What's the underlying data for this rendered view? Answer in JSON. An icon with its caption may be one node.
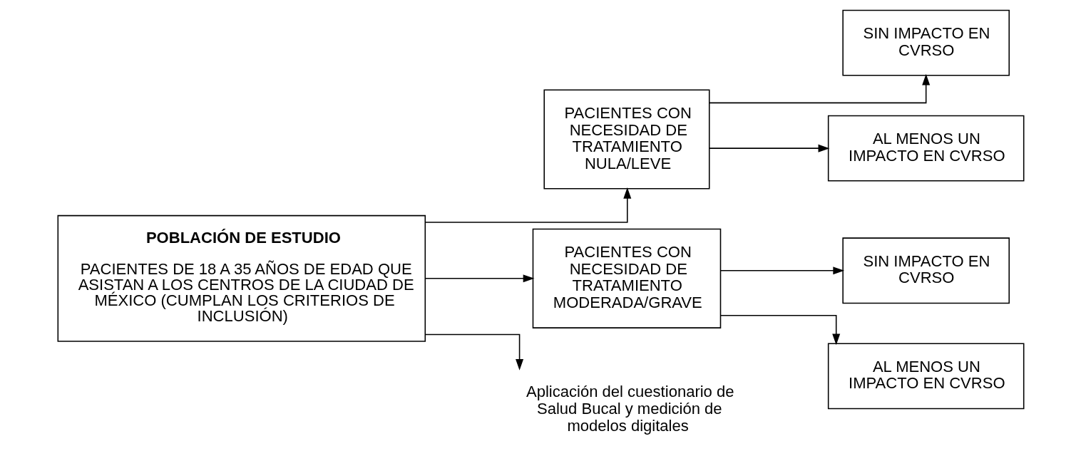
{
  "diagram": {
    "nodes": [
      {
        "text": [
          "POBLACIÓN DE ESTUDIO",
          "PACIENTES DE 18 A 35 AÑOS DE EDAD QUE ASISTAN A LOS CENTROS DE LA CIUDAD DE MÉXICO (CUMPLAN LOS CRITERIOS DE INCLUSIÓN)"
        ]
      },
      {
        "text": [
          "PACIENTES CON NECESIDAD DE TRATAMIENTO NULA/LEVE"
        ]
      },
      {
        "text": [
          "PACIENTES CON NECESIDAD DE TRATAMIENTO MODERADA/GRAVE"
        ]
      },
      {
        "text": [
          "SIN IMPACTO EN CVRSO"
        ]
      },
      {
        "text": [
          "AL MENOS UN IMPACTO EN CVRSO"
        ]
      },
      {
        "text": [
          "SIN IMPACTO EN CVRSO"
        ]
      },
      {
        "text": [
          "AL MENOS UN IMPACTO EN CVRSO"
        ]
      },
      {
        "text": [
          "Aplicación del cuestionario de Salud Bucal y medición de modelos digitales"
        ]
      }
    ],
    "edges": [
      {
        "from": 0,
        "to": 1,
        "arrow": "to"
      },
      {
        "from": 0,
        "to": 2,
        "arrow": "to"
      },
      {
        "from": 0,
        "to": 7,
        "arrow": "to"
      },
      {
        "from": 1,
        "to": 3,
        "arrow": "to"
      },
      {
        "from": 1,
        "to": 4,
        "arrow": "to"
      },
      {
        "from": 2,
        "to": 5,
        "arrow": "to"
      },
      {
        "from": 2,
        "to": 6,
        "arrow": "to"
      }
    ]
  }
}
